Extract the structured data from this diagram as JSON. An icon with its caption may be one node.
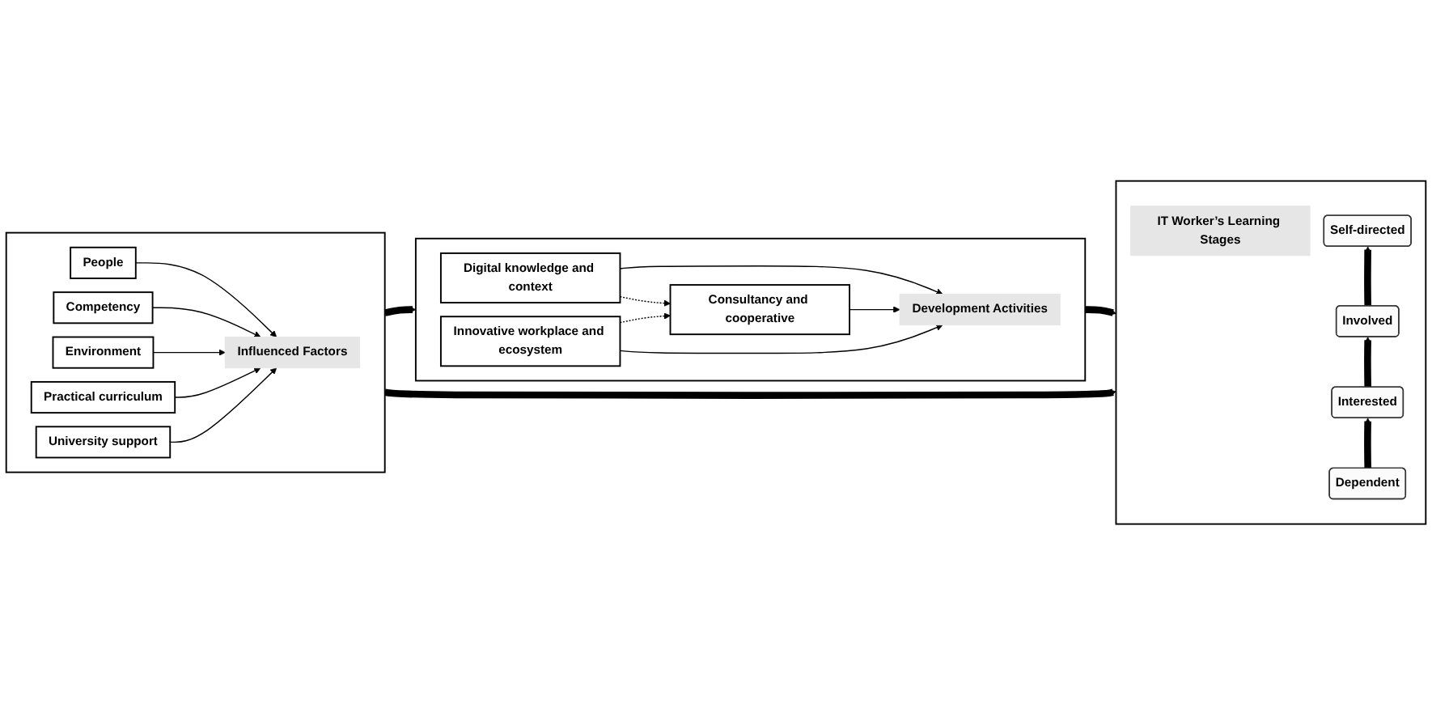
{
  "diagram": {
    "nodes": [
      {
        "text": [],
        "shape": "box"
      },
      {
        "text": [
          "Digital knowledge and context"
        ],
        "in": 0
      },
      {
        "text": [
          "Consultancy and cooperative"
        ],
        "in": 0
      },
      {
        "text": [
          "Innovative workplace and ecosystem"
        ],
        "in": 0
      },
      {
        "text": [
          "Development Activities"
        ],
        "in": 0
      },
      {
        "text": [],
        "shape": "box"
      },
      {
        "text": [
          "People"
        ],
        "in": 5
      },
      {
        "text": [
          "Competency"
        ],
        "in": 5
      },
      {
        "text": [
          "Environment"
        ],
        "in": 5
      },
      {
        "text": [
          "Practical curriculum"
        ],
        "in": 5
      },
      {
        "text": [
          "University support"
        ],
        "in": 5
      },
      {
        "text": [
          "Influenced Factors"
        ],
        "in": 5
      },
      {
        "text": [],
        "shape": "box"
      },
      {
        "text": [
          "IT Worker’s Learning Stages"
        ],
        "in": 12
      },
      {
        "text": [
          "Dependent"
        ],
        "in": 12
      },
      {
        "text": [
          "Interested"
        ],
        "in": 12
      },
      {
        "text": [
          "Involved"
        ],
        "in": 12
      },
      {
        "text": [
          "Self-directed"
        ],
        "in": 12
      }
    ],
    "edges": [
      {
        "from": 1,
        "to": 4,
        "arrow": "to"
      },
      {
        "from": 2,
        "to": 4,
        "arrow": "to"
      },
      {
        "from": 3,
        "to": 4,
        "arrow": "to"
      },
      {
        "from": 1,
        "to": 2,
        "arrow": "to",
        "style": "dashed"
      },
      {
        "from": 3,
        "to": 2,
        "arrow": "to",
        "style": "dashed"
      },
      {
        "from": 6,
        "to": 11,
        "arrow": "to"
      },
      {
        "from": 7,
        "to": 11,
        "arrow": "to"
      },
      {
        "from": 8,
        "to": 11,
        "arrow": "to"
      },
      {
        "from": 9,
        "to": 11,
        "arrow": "to"
      },
      {
        "from": 10,
        "to": 11,
        "arrow": "to"
      },
      {
        "from": 5,
        "to": 0,
        "arrow": "to",
        "style": "thick"
      },
      {
        "from": 0,
        "to": 12,
        "arrow": "to",
        "style": "thick"
      },
      {
        "from": 5,
        "to": 12,
        "arrow": "to",
        "style": "thick"
      },
      {
        "from": 14,
        "to": 15,
        "arrow": "to",
        "style": "thick"
      },
      {
        "from": 15,
        "to": 16,
        "arrow": "to",
        "style": "thick"
      },
      {
        "from": 16,
        "to": 17,
        "arrow": "to",
        "style": "thick"
      }
    ]
  }
}
